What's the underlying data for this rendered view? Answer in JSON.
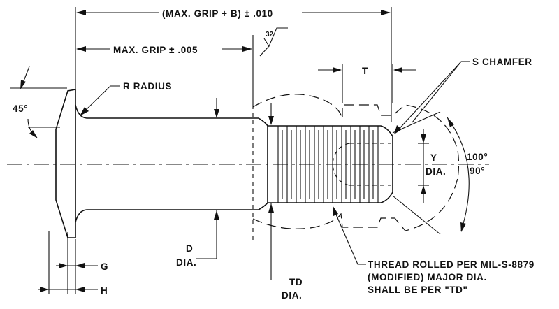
{
  "labels": {
    "max_grip_b": "(MAX. GRIP + B) ± .010",
    "max_grip": "MAX. GRIP ± .005",
    "finish": "32",
    "t": "T",
    "s_chamfer": "S CHAMFER",
    "r_radius": "R RADIUS",
    "angle_45": "45°",
    "y": "Y",
    "y_dia": "DIA.",
    "angle_100": "100°",
    "angle_90": "90°",
    "d": "D",
    "d_dia": "DIA.",
    "g": "G",
    "h": "H",
    "td": "TD",
    "td_dia": "DIA.",
    "thread_note_1": "THREAD ROLLED PER MIL-S-8879",
    "thread_note_2": "(MODIFIED) MAJOR DIA.",
    "thread_note_3": "SHALL BE PER \"TD\""
  },
  "colors": {
    "ink": "#111111",
    "paper": "#ffffff"
  }
}
